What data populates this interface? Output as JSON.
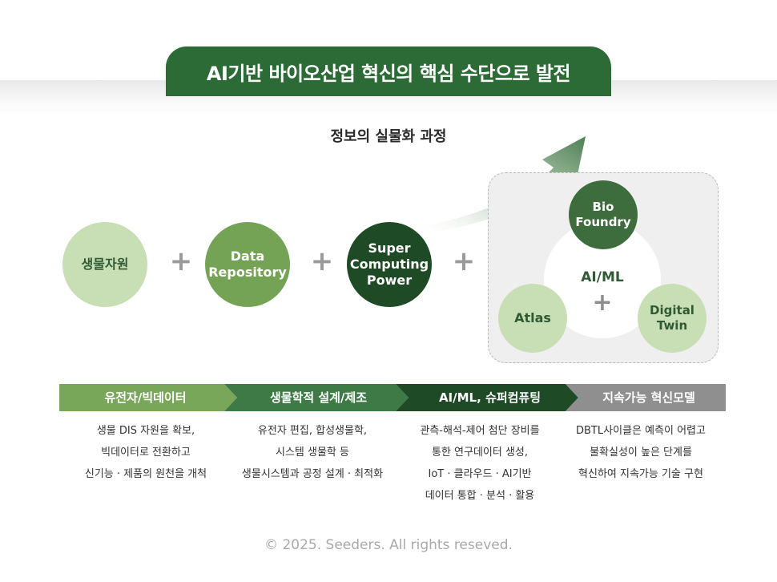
{
  "title": "AI기반 바이오산업 혁신의 핵심 수단으로 발전",
  "subtitle": "정보의 실물화 과정",
  "inputs": [
    {
      "label": "생물자원",
      "color": "#c8deb5",
      "text_color": "#2f5a34"
    },
    {
      "label": "Data\nRepository",
      "color": "#74a356",
      "text_color": "#ffffff"
    },
    {
      "label": "Super\nComputing\nPower",
      "color": "#1f4a26",
      "text_color": "#ffffff"
    }
  ],
  "plus_symbol": "+",
  "ai_ml": {
    "label": "AI/ML",
    "bio_foundry": {
      "label": "Bio\nFoundry",
      "color": "#3e6d3d"
    },
    "atlas": {
      "label": "Atlas",
      "color": "#c8deb5"
    },
    "digital_twin": {
      "label": "Digital\nTwin",
      "color": "#c8deb5"
    }
  },
  "stages": [
    {
      "label": "유전자/빅데이터",
      "color": "#79a75a",
      "desc": "생물 DIS 자원을 확보,\n빅데이터로 전환하고\n신기능 · 제품의 원천을 개척"
    },
    {
      "label": "생물학적 설계/제조",
      "color": "#3d7a45",
      "desc": "유전자 편집, 합성생물학,\n시스템 생물학 등\n생물시스템과 공정 설계 · 최적화"
    },
    {
      "label": "AI/ML, 슈퍼컴퓨팅",
      "color": "#1e4b26",
      "desc": "관측-해석-제어 첨단 장비를\n통한 연구데이터 생성,\nIoT · 클라우드 · AI기반\n데이터 통합 · 분석 · 활용"
    },
    {
      "label": "지속가능 혁신모델",
      "color": "#8f8f8f",
      "desc": "DBTL사이클은 예측이 어렵고\n불확실성이 높은 단계를\n혁신하여 지속가능 기술 구현"
    }
  ],
  "colors": {
    "title_bg": "#2c6a36",
    "arrow": "#5d8f5f"
  },
  "footer": "© 2025. Seeders. All rights reseved."
}
